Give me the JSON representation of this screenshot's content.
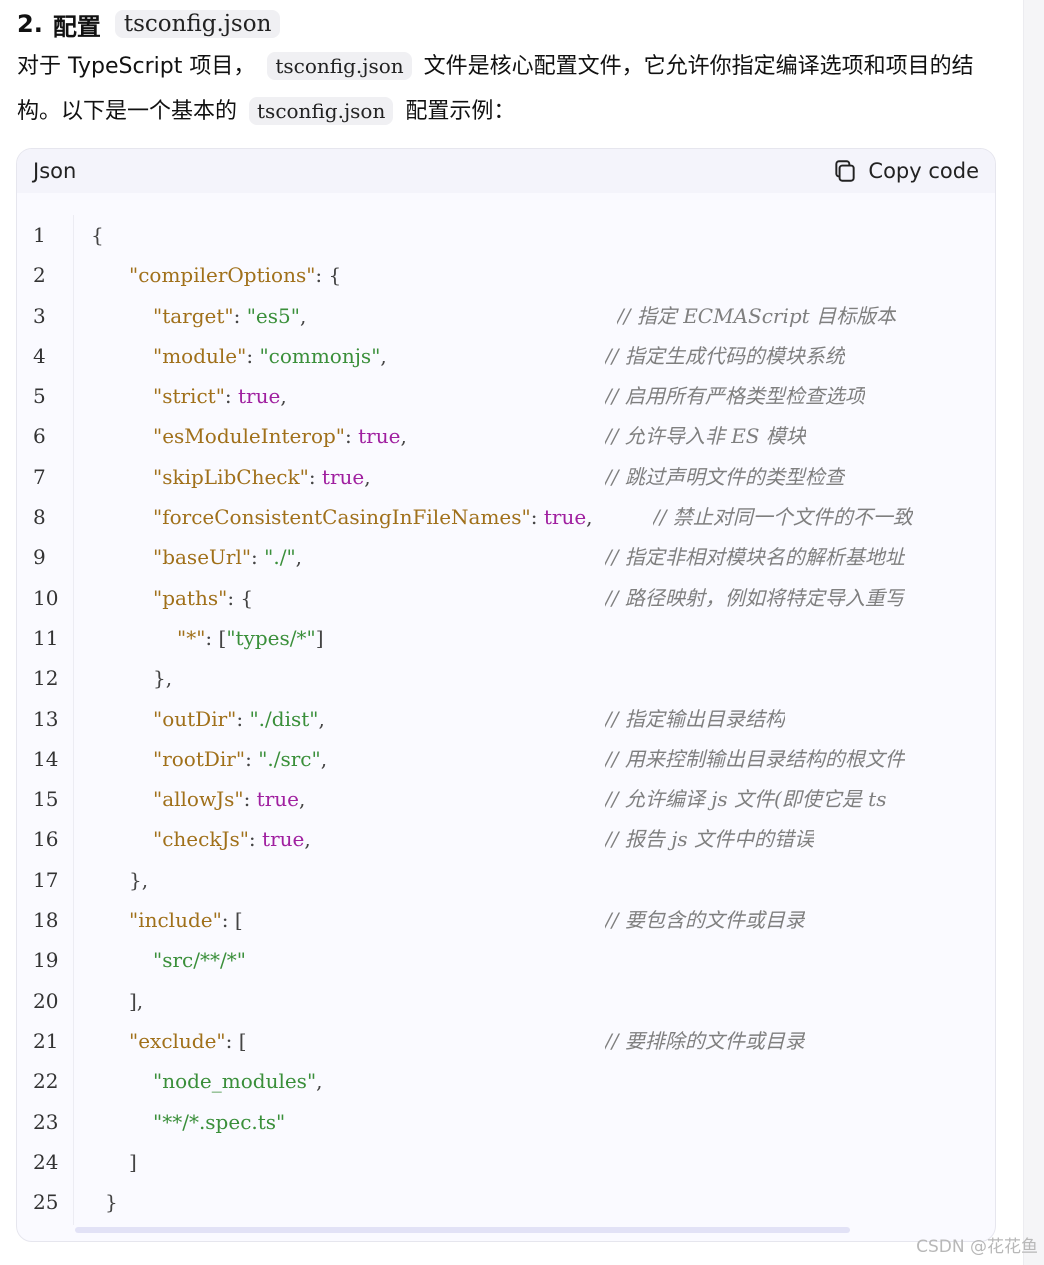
{
  "heading": {
    "number": "2.",
    "title": "配置",
    "code": "tsconfig.json"
  },
  "paragraph": {
    "part1": "对于 TypeScript 项目，",
    "code1": "tsconfig.json",
    "part2": "文件是核心配置文件，它允许你指定编译选项和项目的结构。以下是一个基本的",
    "code2": "tsconfig.json",
    "part3": "配置示例："
  },
  "code_block": {
    "language": "Json",
    "copy_label": "Copy code",
    "lines": [
      {
        "n": "1",
        "comment": ""
      },
      {
        "n": "2",
        "comment": ""
      },
      {
        "n": "3",
        "comment": "// 指定 ECMAScript 目标版本"
      },
      {
        "n": "4",
        "comment": "// 指定生成代码的模块系统"
      },
      {
        "n": "5",
        "comment": "// 启用所有严格类型检查选项"
      },
      {
        "n": "6",
        "comment": "// 允许导入非 ES 模块"
      },
      {
        "n": "7",
        "comment": "// 跳过声明文件的类型检查"
      },
      {
        "n": "8",
        "comment": "// 禁止对同一个文件的不一致"
      },
      {
        "n": "9",
        "comment": "// 指定非相对模块名的解析基地址"
      },
      {
        "n": "10",
        "comment": "// 路径映射，例如将特定导入重写"
      },
      {
        "n": "11",
        "comment": ""
      },
      {
        "n": "12",
        "comment": ""
      },
      {
        "n": "13",
        "comment": "// 指定输出目录结构"
      },
      {
        "n": "14",
        "comment": "// 用来控制输出目录结构的根文件"
      },
      {
        "n": "15",
        "comment": "// 允许编译 js 文件(即使它是 ts"
      },
      {
        "n": "16",
        "comment": "// 报告 js 文件中的错误"
      },
      {
        "n": "17",
        "comment": ""
      },
      {
        "n": "18",
        "comment": "// 要包含的文件或目录"
      },
      {
        "n": "19",
        "comment": ""
      },
      {
        "n": "20",
        "comment": ""
      },
      {
        "n": "21",
        "comment": "// 要排除的文件或目录"
      },
      {
        "n": "22",
        "comment": ""
      },
      {
        "n": "23",
        "comment": ""
      },
      {
        "n": "24",
        "comment": ""
      },
      {
        "n": "25",
        "comment": ""
      }
    ],
    "tokens": {
      "open_brace": "{",
      "close_brace": "}",
      "close_obj": "},",
      "close_arr": "],",
      "close_arr_last": "]",
      "open_arr": "[",
      "colon": ": ",
      "comma": ",",
      "compilerOptions": "\"compilerOptions\"",
      "target": "\"target\"",
      "es5": "\"es5\"",
      "module": "\"module\"",
      "commonjs": "\"commonjs\"",
      "strict": "\"strict\"",
      "true": "true",
      "esModuleInterop": "\"esModuleInterop\"",
      "skipLibCheck": "\"skipLibCheck\"",
      "forceConsistentCasingInFileNames": "\"forceConsistentCasingInFileNames\"",
      "baseUrl": "\"baseUrl\"",
      "baseUrl_val": "\"./\"",
      "paths": "\"paths\"",
      "star": "\"*\"",
      "types_star": "\"types/*\"",
      "outDir": "\"outDir\"",
      "outDir_val": "\"./dist\"",
      "rootDir": "\"rootDir\"",
      "rootDir_val": "\"./src\"",
      "allowJs": "\"allowJs\"",
      "checkJs": "\"checkJs\"",
      "include": "\"include\"",
      "src_glob": "\"src/**/*\"",
      "exclude": "\"exclude\"",
      "node_modules": "\"node_modules\"",
      "spec_glob": "\"**/*.spec.ts\""
    }
  },
  "watermark": "CSDN @花花鱼"
}
